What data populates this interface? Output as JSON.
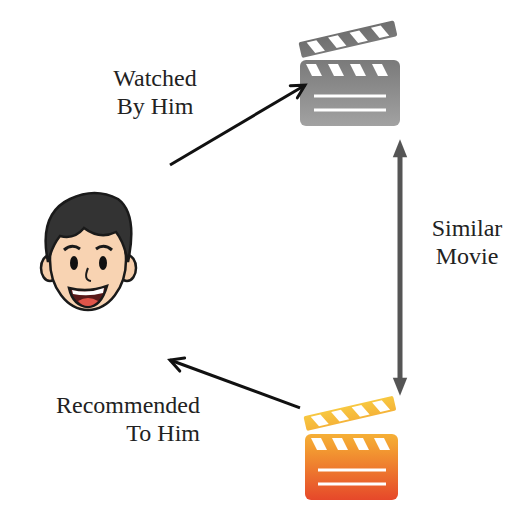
{
  "diagram": {
    "nodes": [
      {
        "text": []
      },
      {
        "text": []
      },
      {
        "text": []
      }
    ],
    "edges": [
      {
        "from": 1,
        "to": 0,
        "arrow": "to",
        "label": "Watched By Him"
      },
      {
        "from": 0,
        "to": 2,
        "arrow": "both",
        "label": "Similar Movie"
      },
      {
        "from": 2,
        "to": 1,
        "arrow": "to",
        "label": "Recommended To Him"
      }
    ]
  }
}
